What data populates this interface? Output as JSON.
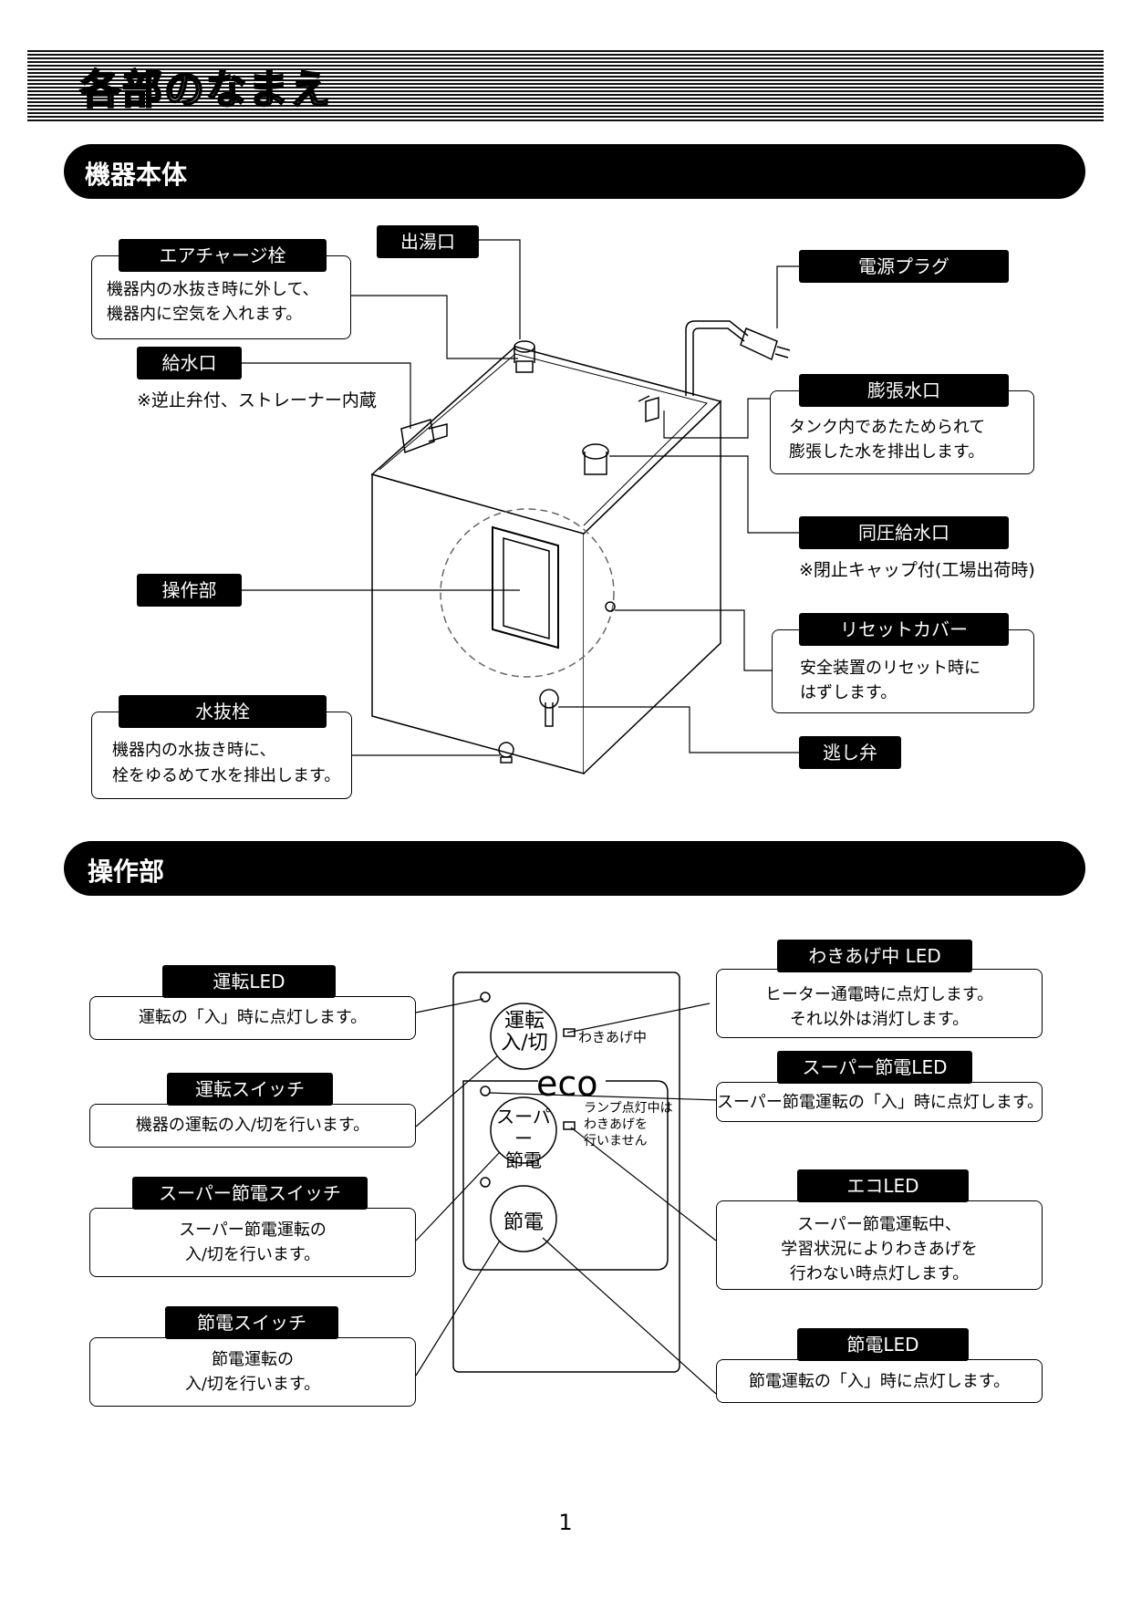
{
  "page": {
    "title": "各部のなまえ",
    "page_number": "1"
  },
  "section_body": {
    "heading": "機器本体",
    "callouts": {
      "air_charge": {
        "label": "エアチャージ栓",
        "lines": [
          "機器内の水抜き時に外して、",
          "機器内に空気を入れます。"
        ]
      },
      "hot_outlet": {
        "label": "出湯口"
      },
      "power_plug": {
        "label": "電源プラグ"
      },
      "water_inlet": {
        "label": "給水口",
        "note": "※逆止弁付、ストレーナー内蔵"
      },
      "expansion_outlet": {
        "label": "膨張水口",
        "lines": [
          "タンク内であたためられて",
          "膨張した水を排出します。"
        ]
      },
      "same_pressure_inlet": {
        "label": "同圧給水口",
        "note": "※閉止キャップ付(工場出荷時)"
      },
      "control_panel": {
        "label": "操作部"
      },
      "reset_cover": {
        "label": "リセットカバー",
        "lines": [
          "安全装置のリセット時に",
          "はずします。"
        ]
      },
      "drain_plug": {
        "label": "水抜栓",
        "lines": [
          "機器内の水抜き時に、",
          "栓をゆるめて水を排出します。"
        ]
      },
      "relief_valve": {
        "label": "逃し弁"
      }
    }
  },
  "section_panel": {
    "heading": "操作部",
    "panel": {
      "run_button": [
        "運転",
        "入/切"
      ],
      "boil_indicator": "わきあげ中",
      "eco_logo": "eco",
      "super_button": [
        "スーパー",
        "節電"
      ],
      "lamp_note": [
        "ランプ点灯中は",
        "わきあげを",
        "行いません"
      ],
      "save_button": "節電"
    },
    "callouts": {
      "run_led": {
        "label": "運転LED",
        "lines": [
          "運転の「入」時に点灯します。"
        ]
      },
      "run_switch": {
        "label": "運転スイッチ",
        "lines": [
          "機器の運転の入/切を行います。"
        ]
      },
      "super_switch": {
        "label": "スーパー節電スイッチ",
        "lines": [
          "スーパー節電運転の",
          "入/切を行います。"
        ]
      },
      "save_switch": {
        "label": "節電スイッチ",
        "lines": [
          "節電運転の",
          "入/切を行います。"
        ]
      },
      "boil_led": {
        "label": "わきあげ中 LED",
        "lines": [
          "ヒーター通電時に点灯します。",
          "それ以外は消灯します。"
        ]
      },
      "super_led": {
        "label": "スーパー節電LED",
        "lines": [
          "スーパー節電運転の「入」時に点灯します。"
        ]
      },
      "eco_led": {
        "label": "エコLED",
        "lines": [
          "スーパー節電運転中、",
          "学習状況によりわきあげを",
          "行わない時点灯します。"
        ]
      },
      "save_led": {
        "label": "節電LED",
        "lines": [
          "節電運転の「入」時に点灯します。"
        ]
      }
    }
  }
}
